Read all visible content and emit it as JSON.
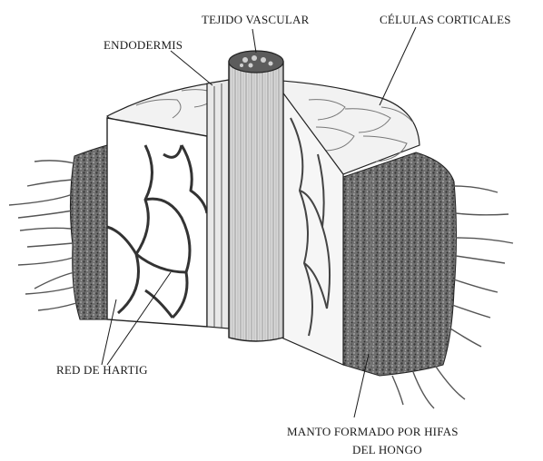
{
  "labels": {
    "tejido_vascular": "TEJIDO VASCULAR",
    "celulas_corticales": "CÉLULAS CORTICALES",
    "endodermis": "ENDODERMIS",
    "red_de_hartig": "RED DE HARTIG",
    "manto_line1": "MANTO FORMADO POR HIFAS",
    "manto_line2": "DEL HONGO"
  }
}
